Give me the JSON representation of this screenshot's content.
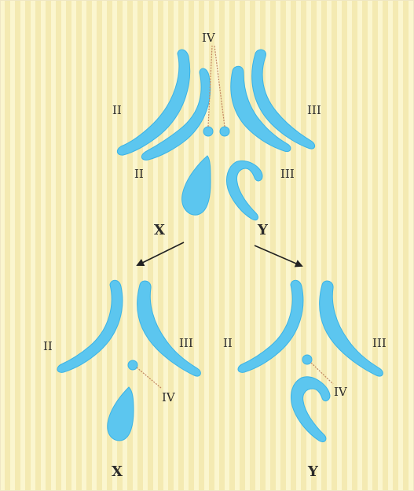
{
  "colors": {
    "background": "#fbf6cf",
    "stripe": "#f4eab2",
    "chromosome": "#5cc6ef",
    "chromosome_stroke": "#3ab3e6",
    "label": "#2b2b2b",
    "leader_line": "#c1855f",
    "arrow": "#222222"
  },
  "top": {
    "label_iv": "IV",
    "label_ii_upper": "II",
    "label_iii_upper": "III",
    "label_ii_lower": "II",
    "label_iii_lower": "III",
    "label_x": "X",
    "label_y": "Y"
  },
  "bottom_left": {
    "label_ii": "II",
    "label_iii": "III",
    "label_iv": "IV",
    "label_x": "X"
  },
  "bottom_right": {
    "label_ii": "II",
    "label_iii": "III",
    "label_iv": "IV",
    "label_y": "Y"
  }
}
